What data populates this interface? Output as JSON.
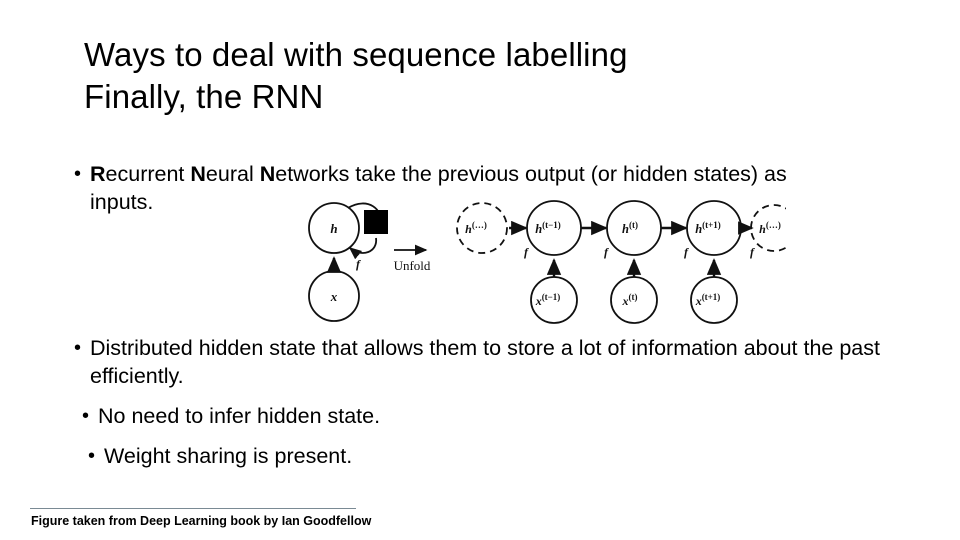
{
  "slide": {
    "title_line_1": "Ways to deal with sequence labelling",
    "title_line_2": "Finally, the RNN",
    "bullet_marker": "•",
    "bullets": [
      {
        "emphasis_1": "R",
        "text_1": "ecurrent ",
        "emphasis_2": "N",
        "text_2": "eural ",
        "emphasis_3": "N",
        "text_3": "etworks take the previous output (or hidden states) as inputs."
      },
      {
        "text": "Distributed hidden state that allows them to store a lot of information about the past efficiently."
      },
      {
        "text": "No need to infer hidden state."
      },
      {
        "text": "Weight sharing is present."
      }
    ],
    "footnote": "Figure taken from Deep Learning book by Ian Goodfellow"
  },
  "figure": {
    "caption_unfold": "Unfold",
    "folded": {
      "hidden_label": "h",
      "input_label": "x",
      "function_label": "f"
    },
    "unfolded": {
      "function_label": "f",
      "hidden_nodes": [
        {
          "base": "h",
          "sup": "(…)",
          "dashed": true
        },
        {
          "base": "h",
          "sup": "(t−1)",
          "dashed": false
        },
        {
          "base": "h",
          "sup": "(t)",
          "dashed": false
        },
        {
          "base": "h",
          "sup": "(t+1)",
          "dashed": false
        },
        {
          "base": "h",
          "sup": "(…)",
          "dashed": true
        }
      ],
      "input_nodes": [
        {
          "base": "x",
          "sup": "(t−1)"
        },
        {
          "base": "x",
          "sup": "(t)"
        },
        {
          "base": "x",
          "sup": "(t+1)"
        }
      ]
    }
  },
  "colors": {
    "background": "#ffffff",
    "text": "#000000",
    "rule": "#7a8a94",
    "stroke": "#1a1a1a"
  }
}
